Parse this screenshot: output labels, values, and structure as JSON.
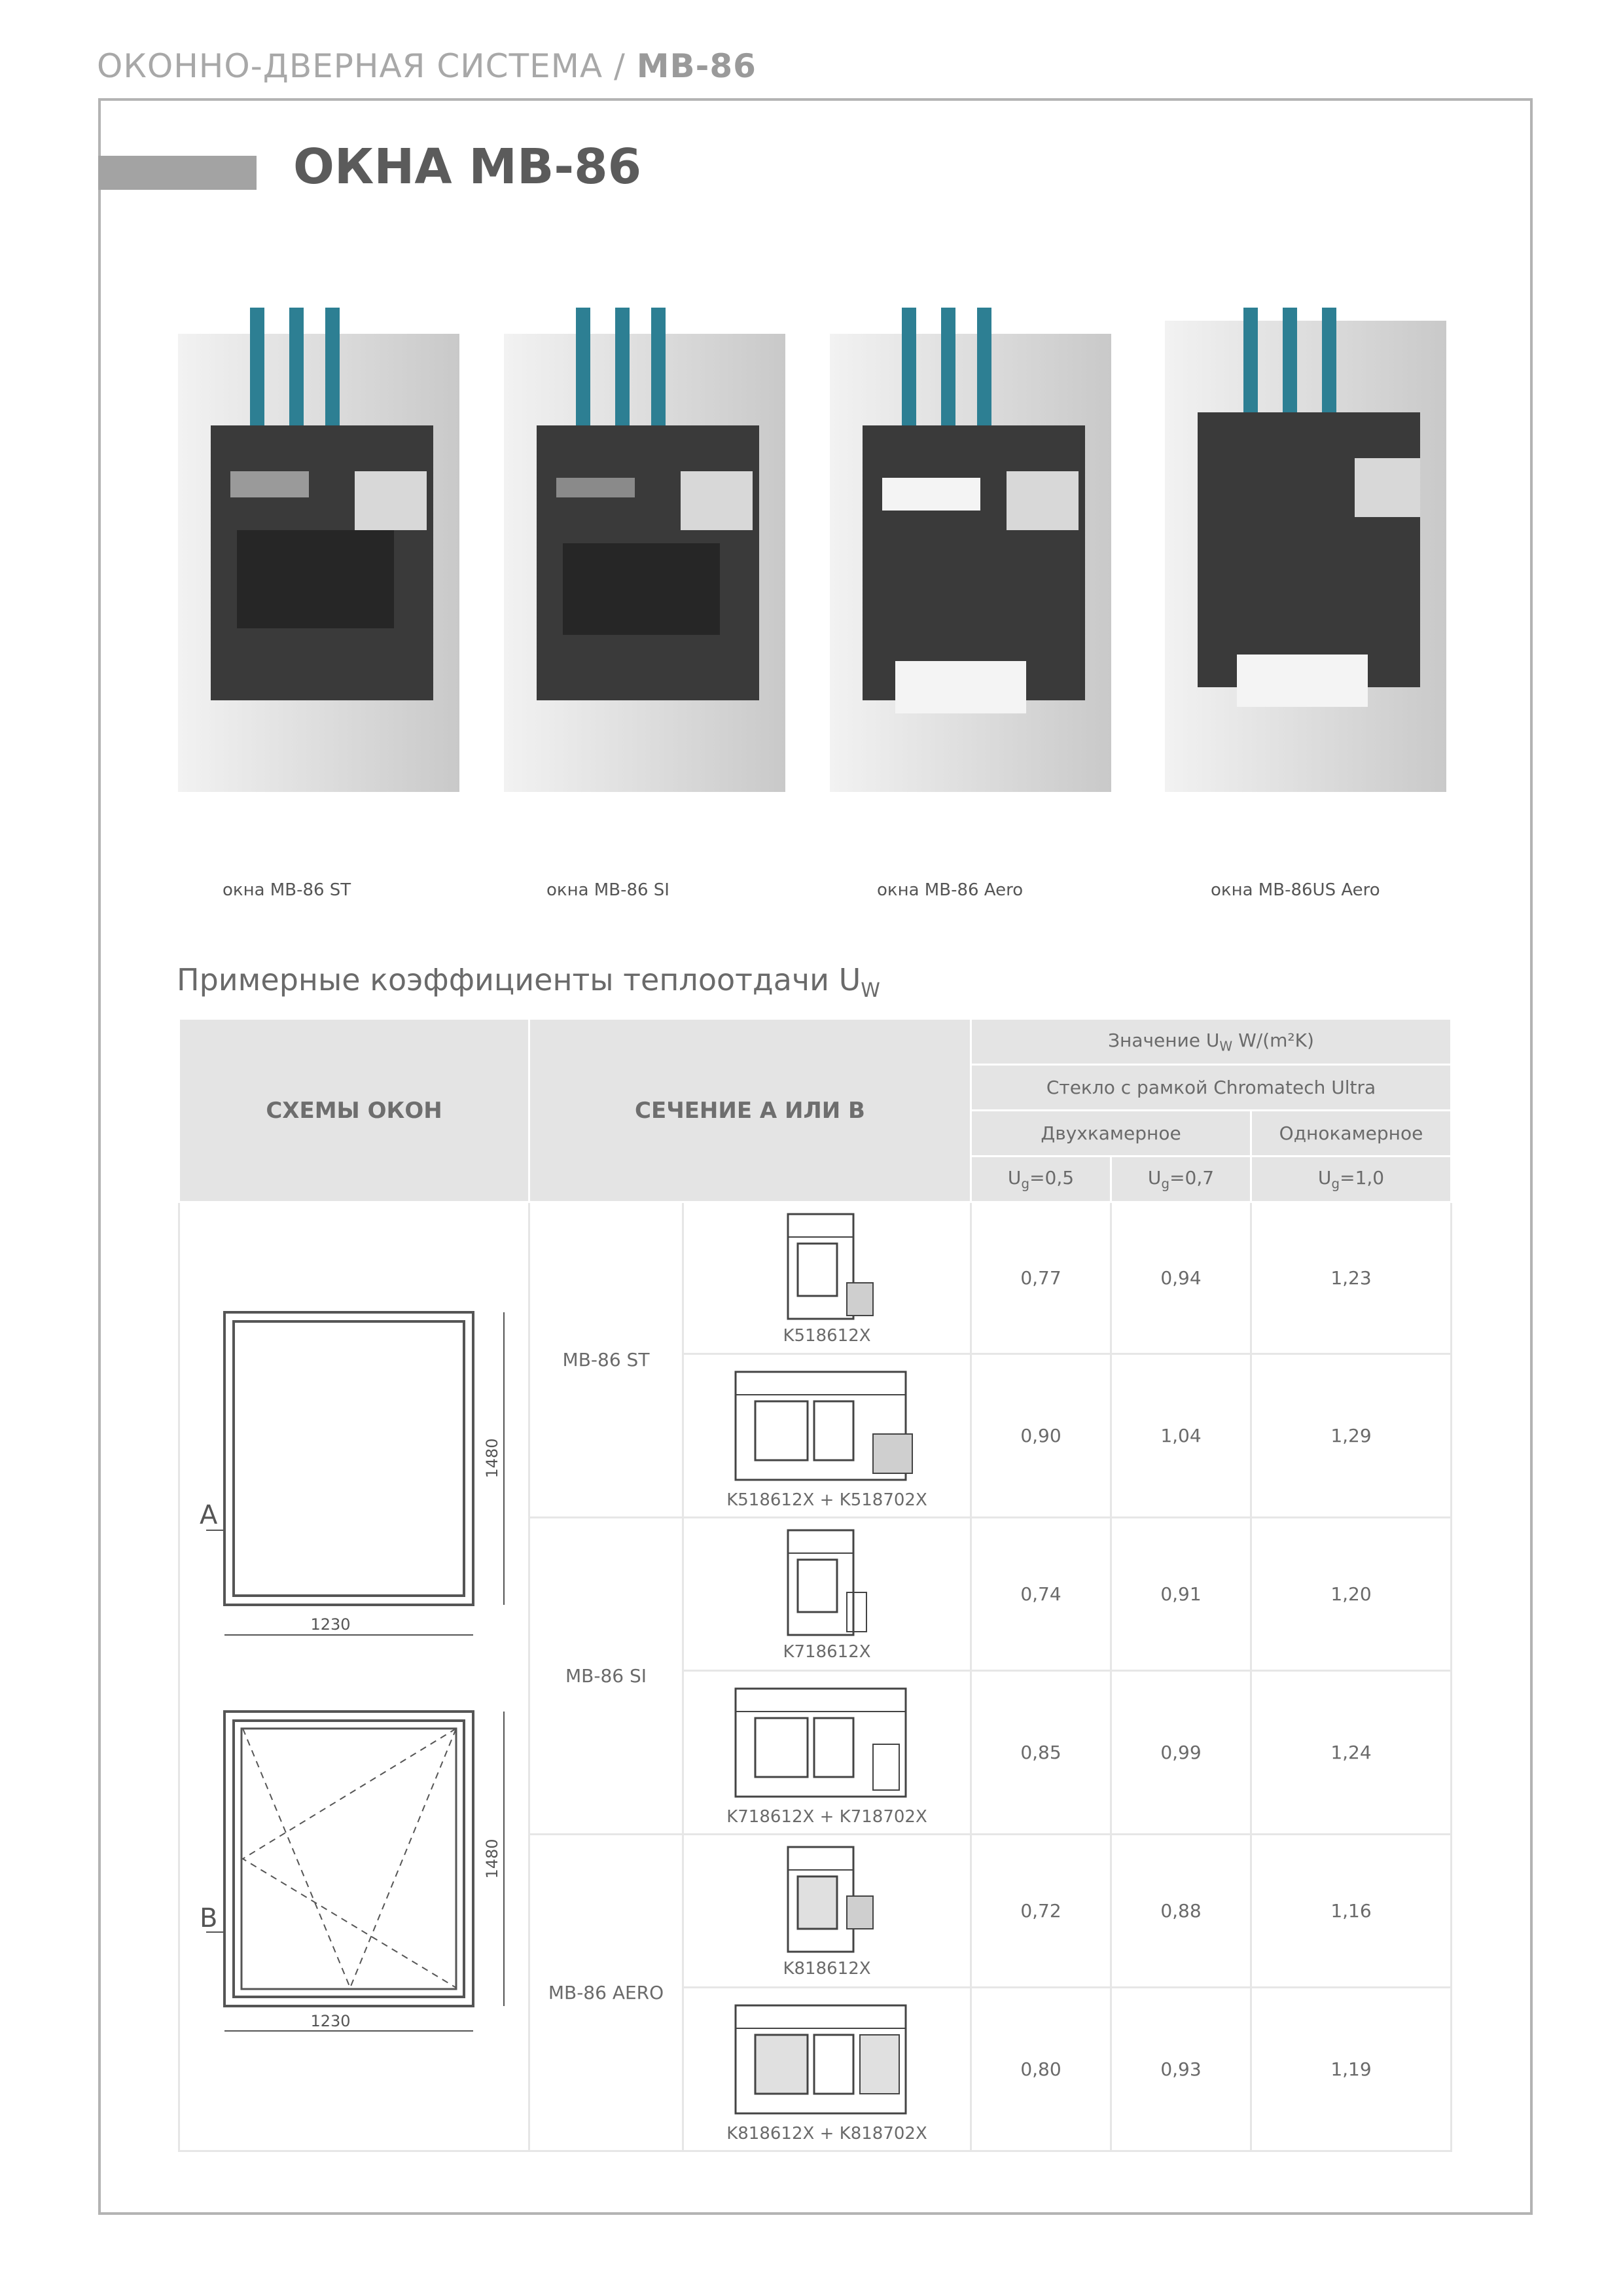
{
  "header": {
    "series": "ОКОННО-ДВЕРНАЯ СИСТЕМА /",
    "model": "MB-86"
  },
  "title": "ОКНА MB-86",
  "captions": [
    "окна MB-86 ST",
    "окна MB-86 SI",
    "окна MB-86 Aero",
    "окна MB-86US Aero"
  ],
  "subtitle": {
    "text": "Примерные коэффициенты теплоотдачи U",
    "sub": "W"
  },
  "table": {
    "col_schemes": "СХЕМЫ ОКОН",
    "col_section": "СЕЧЕНИЕ А ИЛИ В",
    "value_header": "Значение U",
    "value_sub": "W",
    "value_unit": " W/(m²K)",
    "glass_header": "Стекло с рамкой Chromatech Ultra",
    "double": "Двухкамерное",
    "single": "Однокамерное",
    "ug1": "U",
    "ug1_sub": "g",
    "ug1_val": "=0,5",
    "ug2": "U",
    "ug2_sub": "g",
    "ug2_val": "=0,7",
    "ug3": "U",
    "ug3_sub": "g",
    "ug3_val": "=1,0",
    "groups": [
      {
        "name": "MB-86 ST",
        "rows": [
          {
            "section": "K518612X",
            "v": [
              "0,77",
              "0,94",
              "1,23"
            ]
          },
          {
            "section": "K518612X + K518702X",
            "v": [
              "0,90",
              "1,04",
              "1,29"
            ]
          }
        ]
      },
      {
        "name": "MB-86 SI",
        "rows": [
          {
            "section": "K718612X",
            "v": [
              "0,74",
              "0,91",
              "1,20"
            ]
          },
          {
            "section": "K718612X + K718702X",
            "v": [
              "0,85",
              "0,99",
              "1,24"
            ]
          }
        ]
      },
      {
        "name": "MB-86 AERO",
        "rows": [
          {
            "section": "K818612X",
            "v": [
              "0,72",
              "0,88",
              "1,16"
            ]
          },
          {
            "section": "K818612X + K818702X",
            "v": [
              "0,80",
              "0,93",
              "1,19"
            ]
          }
        ]
      }
    ],
    "schemes": [
      {
        "marker": "A",
        "width": "1230",
        "height": "1480"
      },
      {
        "marker": "B",
        "width": "1230",
        "height": "1480"
      }
    ]
  },
  "colors": {
    "header_gray": "#a8a8a8",
    "title_bar": "#a3a3a3",
    "table_header": "#e4e4e4",
    "glass_blue": "#2d7f93"
  }
}
